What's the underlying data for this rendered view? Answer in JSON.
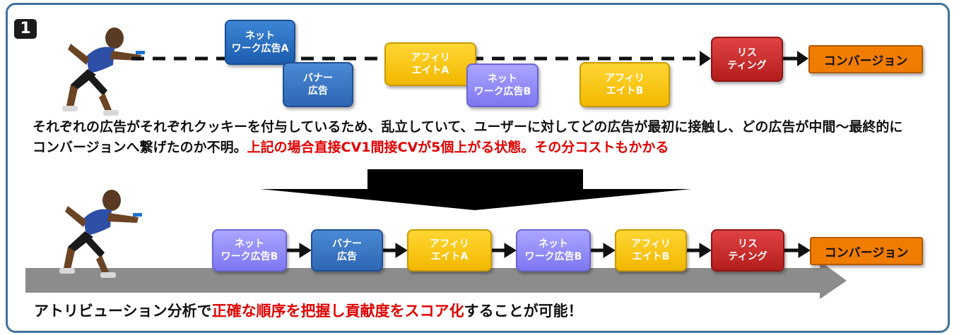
{
  "badge": "1",
  "top_flow": {
    "boxes": [
      {
        "id": "net-a",
        "label": "ネット\nワーク広告A"
      },
      {
        "id": "banner",
        "label": "バナー\n広告"
      },
      {
        "id": "aff-a",
        "label": "アフィリ\nエイトA"
      },
      {
        "id": "net-b",
        "label": "ネット\nワーク広告B"
      },
      {
        "id": "aff-b",
        "label": "アフィリ\nエイトB"
      },
      {
        "id": "listing",
        "label": "リス\nティング"
      }
    ],
    "conversion": "コンバージョン"
  },
  "description": {
    "part1": "それぞれの広告がそれぞれクッキーを付与しているため、乱立していて、ユーザーに対してどの広告が最初に接触し、どの広告が中間～最終的にコンバージョンへ繋げたのか不明。",
    "part2_red": "上記の場合直接CV1間接CVが5個上がる状態。その分コストもかかる"
  },
  "bottom_flow": {
    "boxes": [
      {
        "id": "net-b",
        "label": "ネット\nワーク広告B"
      },
      {
        "id": "banner",
        "label": "バナー\n広告"
      },
      {
        "id": "aff-a",
        "label": "アフィリ\nエイトA"
      },
      {
        "id": "net-b2",
        "label": "ネット\nワーク広告B"
      },
      {
        "id": "aff-b",
        "label": "アフィリ\nエイトB"
      },
      {
        "id": "listing",
        "label": "リス\nティング"
      }
    ],
    "conversion": "コンバージョン"
  },
  "conclusion": {
    "part1": "アトリビューション分析で",
    "part2_red": "正確な順序を把握し貢献度をスコア化",
    "part3": "することが可能！"
  },
  "colors": {
    "frame": "#41719c",
    "accent_red": "#e00000",
    "conversion": "#f07c00"
  }
}
